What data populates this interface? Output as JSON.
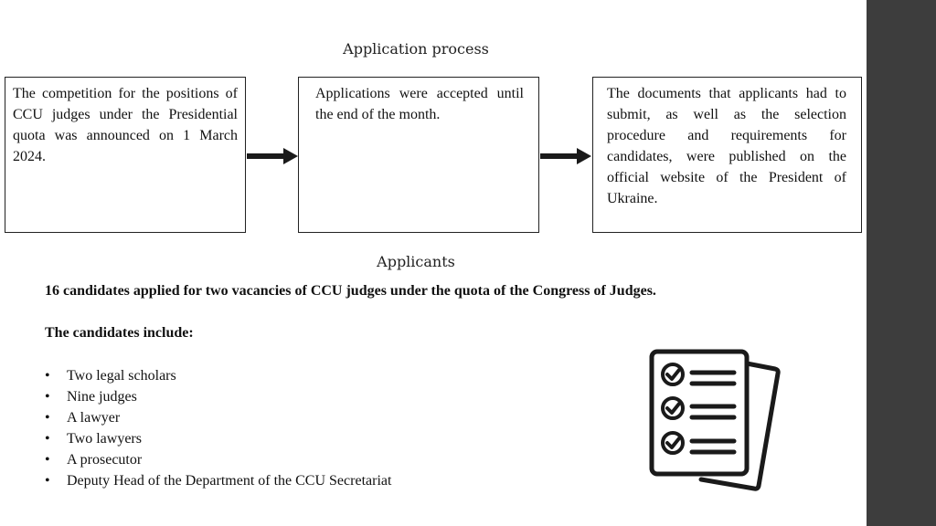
{
  "process": {
    "title": "Application process",
    "steps": [
      "The competition for the positions of CCU judges under the Presidential quota was announced on 1 March 2024.",
      "Applications were accepted until the end of the month.",
      "The documents that applicants had to submit, as well as the selection procedure and requirements for candidates, were published on the official website of the President of Ukraine."
    ]
  },
  "applicants": {
    "title": "Applicants",
    "summary": "16 candidates applied for two vacancies of CCU judges under the quota of the Congress of Judges.",
    "include_label": "The candidates include:",
    "bullet": "•",
    "items": [
      "Two legal scholars",
      "Nine judges",
      "A lawyer",
      "Two lawyers",
      "A prosecutor",
      "Deputy Head of the Department of the CCU Secretariat"
    ]
  },
  "icons": {
    "arrow": "right-arrow-icon",
    "document": "checklist-documents-icon"
  },
  "colors": {
    "sidebar": "#3d3d3d",
    "border": "#222222",
    "text": "#111111"
  }
}
